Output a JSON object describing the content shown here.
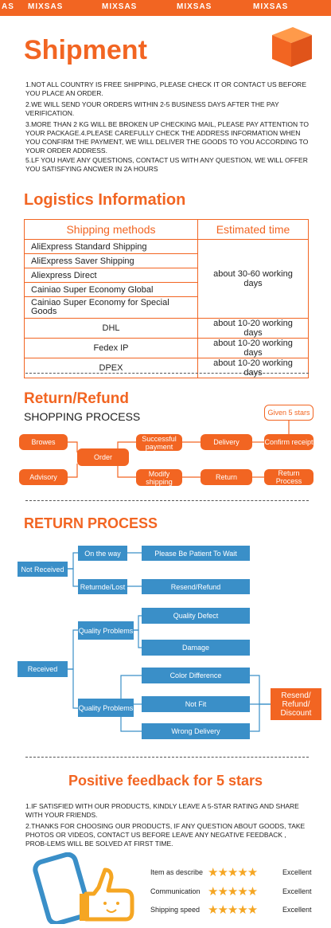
{
  "brand": {
    "marks": [
      "AS",
      "MIXSAS",
      "MIXSAS",
      "MIXSAS",
      "MIXSAS"
    ]
  },
  "shipment": {
    "title": "Shipment",
    "paragraphs": [
      "1.NOT ALL COUNTRY IS FREE SHIPPING, PLEASE CHECK IT OR CONTACT US BEFORE YOU PLACE AN ORDER.",
      "2.WE WILL SEND YOUR ORDERS WITHIN 2-5 BUSINESS DAYS AFTER THE PAY VERIFICATION.",
      "3.MORE THAN 2 KG WILL BE BROKEN UP CHECKING MAIL, PLEASE PAY ATTENTION TO YOUR PACKAGE.4.PLEASE CAREFULLY CHECK THE ADDRESS INFORMATION WHEN YOU CONFIRM THE PAYMENT, WE WILL DELIVER THE GOODS TO YOU ACCORDING TO YOUR ORDER ADDRESS.",
      "5.LF YOU HAVE ANY QUESTIONS, CONTACT US WITH ANY QUESTION, WE WILL OFFER YOU SATISFYING ANCWER IN 2A HOURS"
    ]
  },
  "logistics": {
    "title": "Logistics Information",
    "headers": [
      "Shipping methods",
      "Estimated time"
    ],
    "group_methods": [
      "AliExpress Standard Shipping",
      "AliExpress Saver Shipping",
      "Aliexpress Direct",
      "Cainiao Super Economy Global",
      "Cainiao Super Economy for Special Goods"
    ],
    "group_time": "about 30-60 working days",
    "rows": [
      {
        "method": "DHL",
        "time": "about 10-20 working days"
      },
      {
        "method": "Fedex IP",
        "time": "about 10-20 working days"
      },
      {
        "method": "DPEX",
        "time": "about 10-20 working days"
      }
    ]
  },
  "refund": {
    "title": "Return/Refund",
    "subtitle": "SHOPPING PROCESS",
    "nodes": {
      "browes": "Browes",
      "advisory": "Advisory",
      "order": "Order",
      "successful": "Successful payment",
      "modify": "Modify shipping",
      "delivery": "Delivery",
      "return": "Return",
      "confirm": "Confirm receipt",
      "return_process": "Return Process",
      "stars": "Given 5 stars"
    }
  },
  "return_process": {
    "title": "RETURN PROCESS",
    "nodes": {
      "not_received": "Not Received",
      "on_the_way": "On the way",
      "patient": "Please Be Patient To Wait",
      "returnde": "Returnde/Lost",
      "resend_refund": "Resend/Refund",
      "received": "Received",
      "quality1": "Quality Problems",
      "quality2": "Quality Problems",
      "quality_defect": "Quality Defect",
      "damage": "Damage",
      "color_diff": "Color Difference",
      "not_fit": "Not Fit",
      "wrong": "Wrong Delivery",
      "resend_discount": "Resend/ Refund/ Discount"
    }
  },
  "feedback": {
    "title": "Positive feedback for 5 stars",
    "paragraphs": [
      "1.IF SATISFIED WITH OUR PRODUCTS, KINDLY LEAVE A 5-STAR RATING AND SHARE WITH YOUR FRIENDS.",
      "2.THANKS FOR CHOOSING OUR PRODUCTS, IF ANY QUESTION ABOUT GOODS, TAKE PHOTOS OR VIDEOS, CONTACT US BEFORE LEAVE ANY NEGATIVE FEEDBACK , PROB-LEMS WILL BE SOLVED AT FIRST TIME."
    ],
    "ratings": [
      {
        "label": "Item as describe",
        "stars": 5,
        "value": "Excellent"
      },
      {
        "label": "Communication",
        "stars": 5,
        "value": "Excellent"
      },
      {
        "label": "Shipping speed",
        "stars": 5,
        "value": "Excellent"
      }
    ],
    "star_color": "#f5a623"
  },
  "colors": {
    "accent": "#f26522",
    "blue": "#3a8fc8"
  }
}
